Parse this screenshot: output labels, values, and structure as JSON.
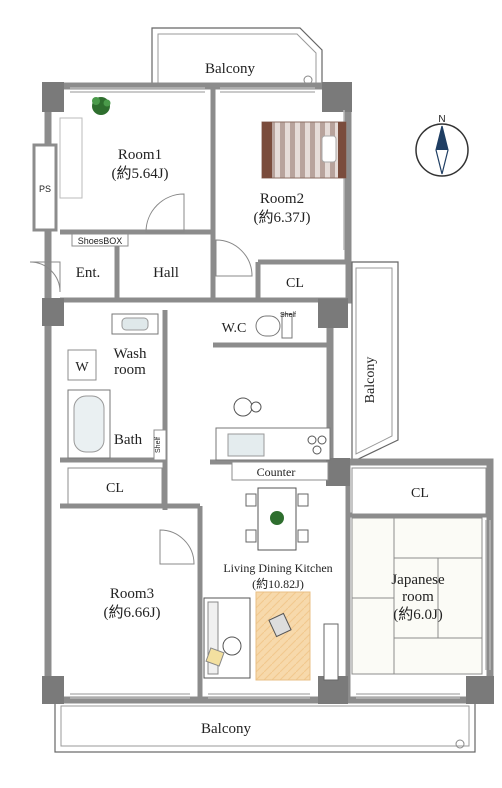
{
  "compass": {
    "north_label": "N"
  },
  "labels": {
    "balcony_top": "Balcony",
    "room1_name": "Room1",
    "room1_size": "(約5.64J)",
    "room2_name": "Room2",
    "room2_size": "(約6.37J)",
    "ps": "PS",
    "shoesbox": "ShoesBOX",
    "entrance": "Ent.",
    "hall": "Hall",
    "cl_room2": "CL",
    "wc": "W.C",
    "shelf_wc": "Shelf",
    "washer": "W",
    "wash_room_line1": "Wash",
    "wash_room_line2": "room",
    "bath": "Bath",
    "shelf_bath": "Shelf",
    "balcony_right": "Balcony",
    "counter": "Counter",
    "cl_room3": "CL",
    "cl_japanese": "CL",
    "ldk_name": "Living Dining Kitchen",
    "ldk_size": "(約10.82J)",
    "room3_name": "Room3",
    "room3_size": "(約6.66J)",
    "japanese_line1": "Japanese",
    "japanese_line2": "room",
    "japanese_size": "(約6.0J)",
    "balcony_bottom": "Balcony"
  },
  "colors": {
    "wall": "#8c8c8c",
    "pillar": "#7a7a7a",
    "floor": "#ffffff",
    "tatami": "#fbfbf6",
    "rug": "#f6d7a8",
    "bed_stripe": "#b39a93",
    "bed_frame": "#7a4c3c",
    "compass_needle": "#1f3e63"
  }
}
